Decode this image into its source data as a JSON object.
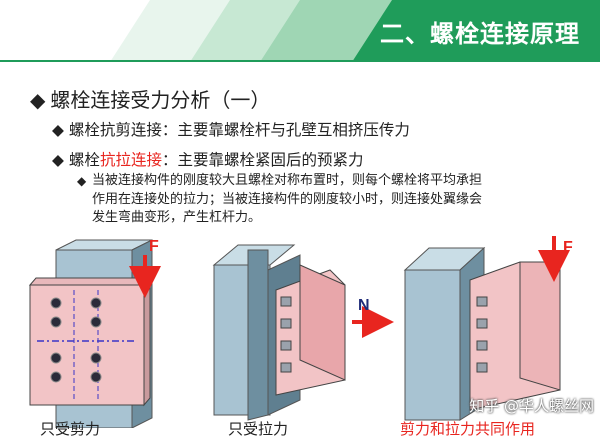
{
  "header": {
    "title": "二、螺栓连接原理",
    "colors": {
      "bar": "#1f9c5a",
      "stripe": "#7cc89c"
    }
  },
  "bullets": {
    "main": "螺栓连接受力分析（一）",
    "shear": "螺栓抗剪连接：主要靠螺栓杆与孔壁互相挤压传力",
    "tension_prefix": "螺栓",
    "tension_highlight": "抗拉连接",
    "tension_suffix": "：主要靠螺栓紧固后的预紧力",
    "detail_lines": [
      "当被连接构件的刚度较大且螺栓对称布置时，则每个螺栓将平均承担",
      "作用在连接处的拉力；当被连接构件的刚度较小时，则连接处翼缘会",
      "发生弯曲变形，产生杠杆力。"
    ],
    "detail_color": "#e8251f"
  },
  "figures": {
    "left": {
      "force_label": "F",
      "caption": "只受剪力"
    },
    "middle": {
      "force_label": "N",
      "caption": "只受拉力"
    },
    "right": {
      "force_label": "F",
      "caption": "剪力和拉力共同作用"
    }
  },
  "watermark": "知乎 @华人螺丝网"
}
